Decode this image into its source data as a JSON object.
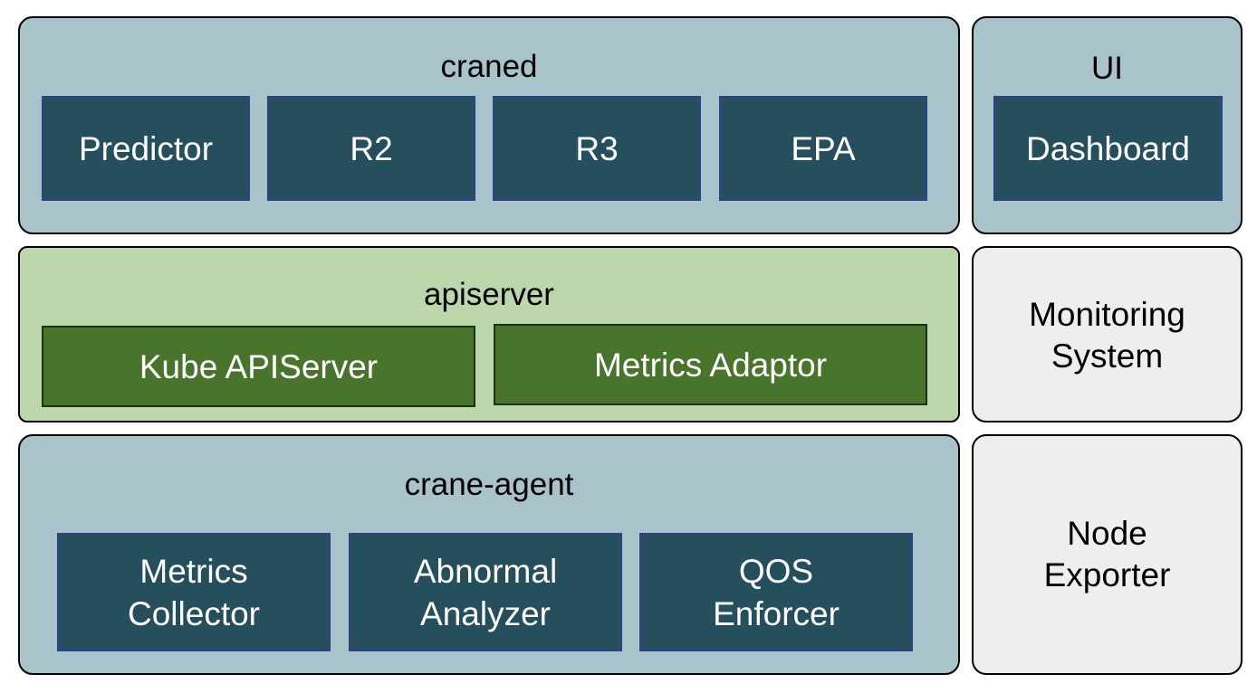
{
  "craned": {
    "title": "craned",
    "components": [
      "Predictor",
      "R2",
      "R3",
      "EPA"
    ]
  },
  "ui": {
    "title": "UI",
    "components": [
      "Dashboard"
    ]
  },
  "apiserver": {
    "title": "apiserver",
    "components": [
      "Kube APIServer",
      "Metrics Adaptor"
    ]
  },
  "monitoring": {
    "label": "Monitoring\nSystem"
  },
  "crane_agent": {
    "title": "crane-agent",
    "components": [
      "Metrics\nCollector",
      "Abnormal\nAnalyzer",
      "QOS\nEnforcer"
    ]
  },
  "node_exporter": {
    "label": "Node\nExporter"
  },
  "colors": {
    "layer_blue": "#a9c3cb",
    "layer_green": "#bdd7ad",
    "layer_grey": "#eeeeee",
    "component_dark": "#264f5e",
    "component_green": "#48742c"
  }
}
